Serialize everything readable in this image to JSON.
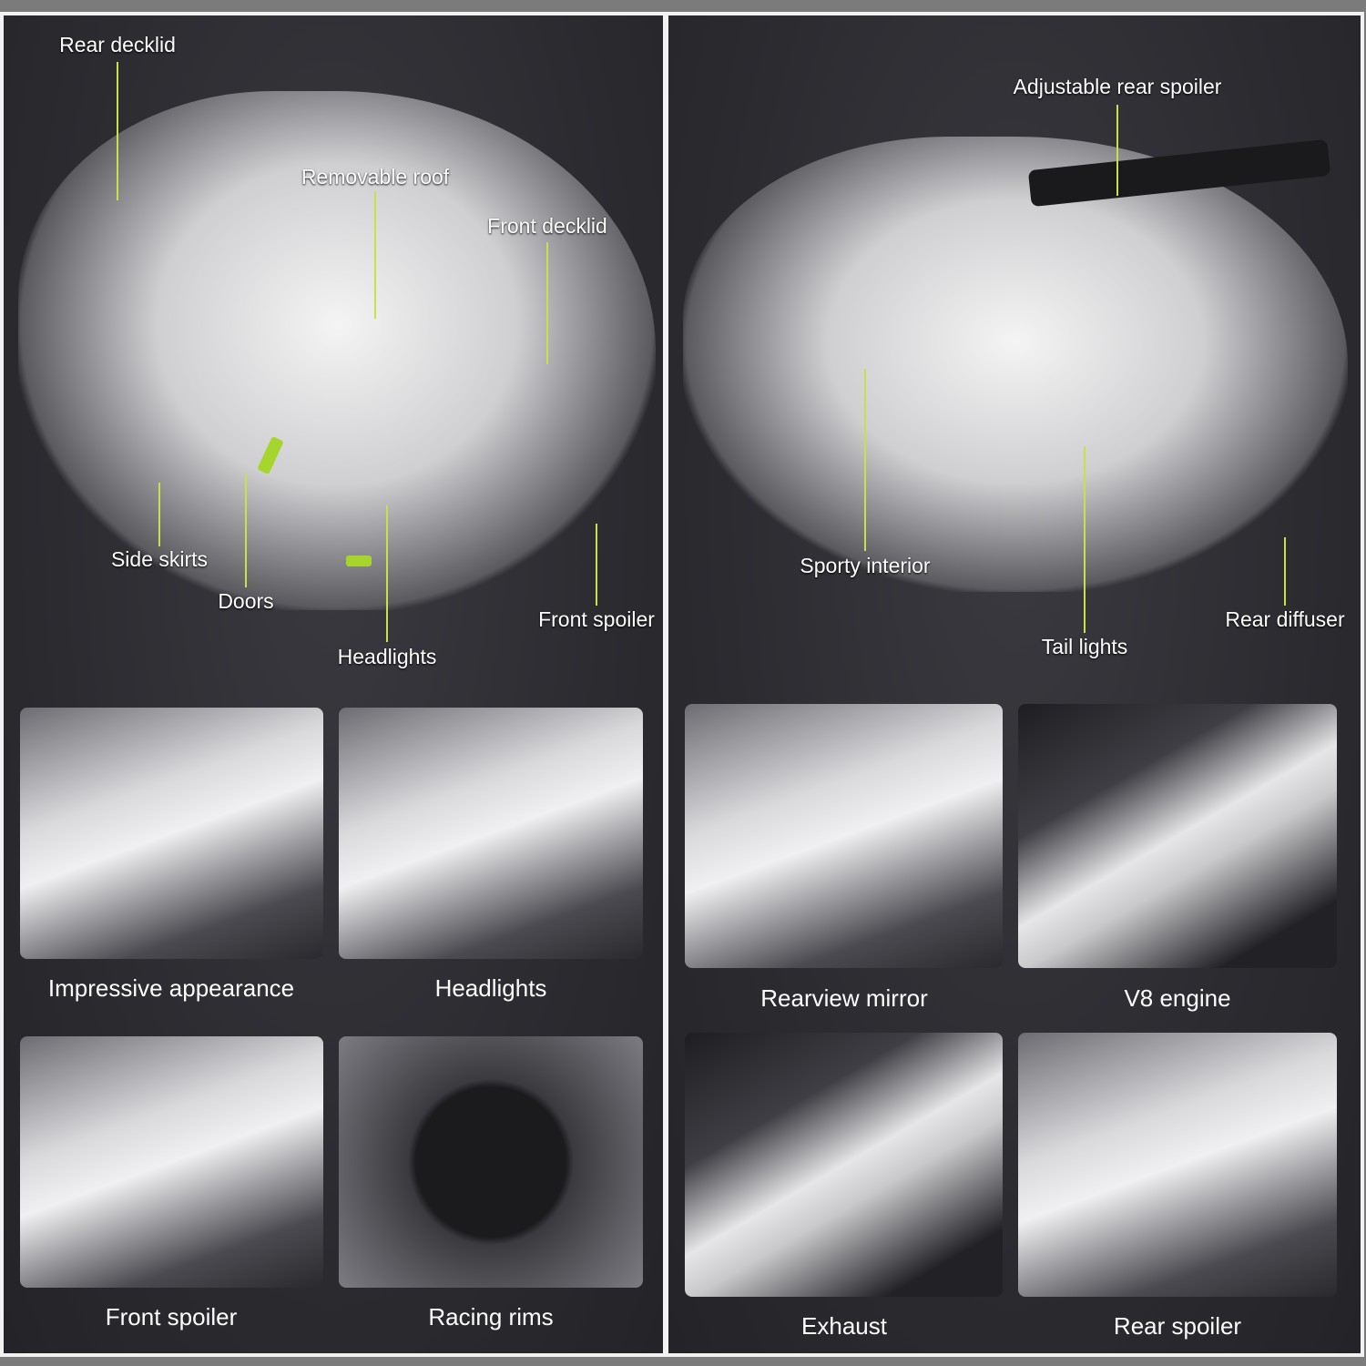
{
  "colors": {
    "callout_line": "#c9e04a",
    "accent": "#a6d62e",
    "panel": "#2e2e33"
  },
  "left": {
    "callouts": [
      "Rear decklid",
      "Removable roof",
      "Front decklid",
      "Side skirts",
      "Doors",
      "Headlights",
      "Front spoiler"
    ],
    "features": [
      "Impressive appearance",
      "Headlights",
      "Front spoiler",
      "Racing rims"
    ]
  },
  "right": {
    "callouts": [
      "Adjustable rear spoiler",
      "Sporty interior",
      "Tail lights",
      "Rear diffuser"
    ],
    "features": [
      "Rearview mirror",
      "V8 engine",
      "Exhaust",
      "Rear spoiler"
    ]
  }
}
